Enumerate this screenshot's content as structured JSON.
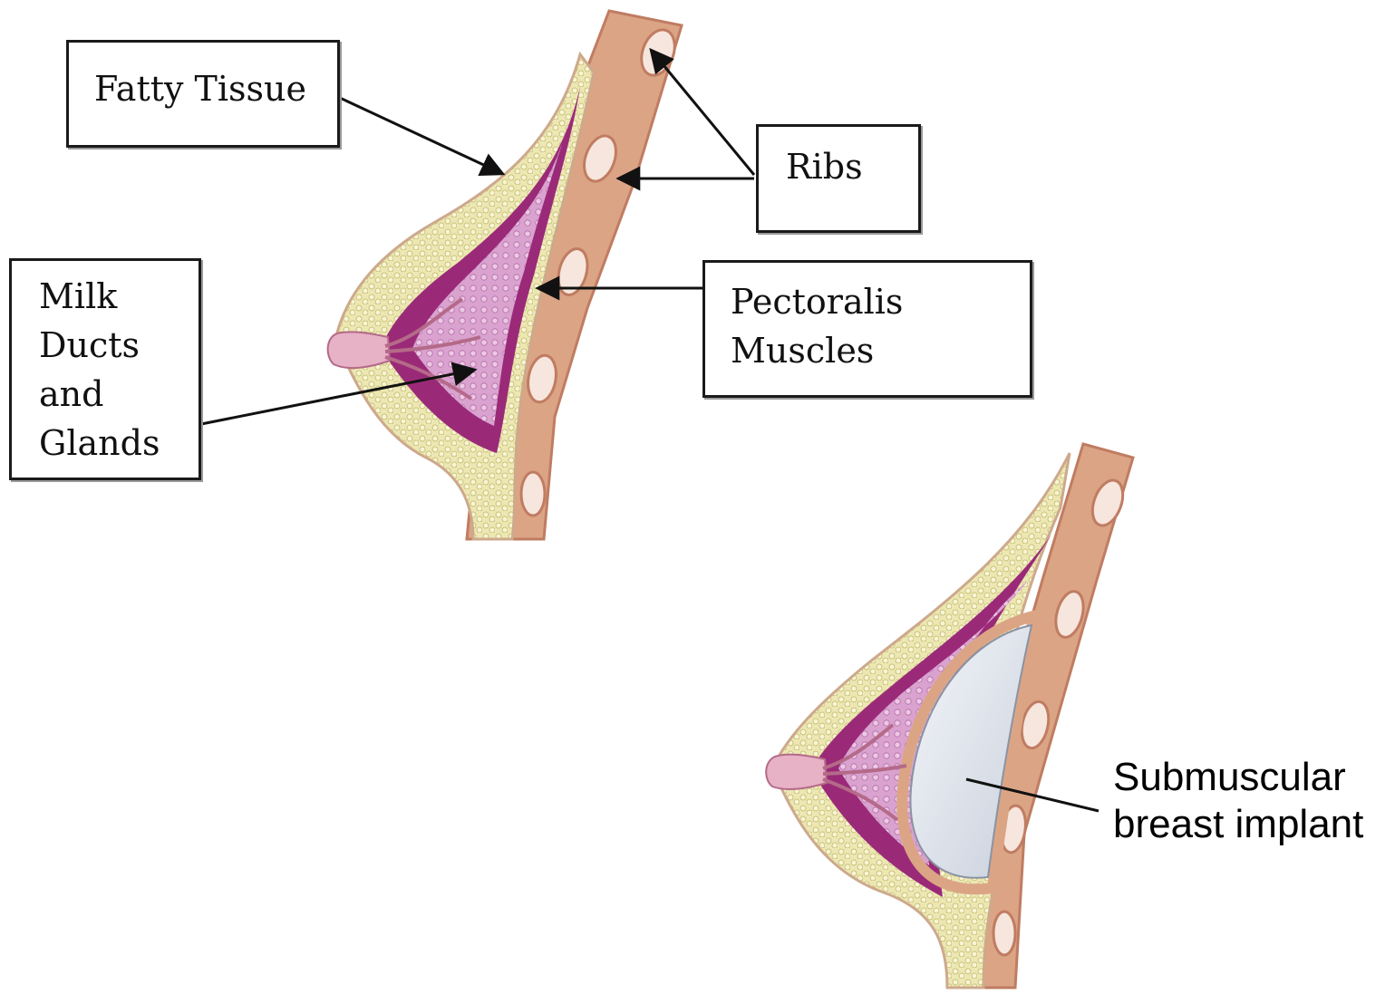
{
  "labels": {
    "fatty_tissue": "Fatty Tissue",
    "ribs": "Ribs",
    "pectoralis": [
      "Pectoralis",
      "Muscles"
    ],
    "milk_ducts": [
      "Milk",
      "Ducts",
      "and",
      "Glands"
    ],
    "implant": [
      "Submuscular",
      "breast implant"
    ]
  },
  "colors": {
    "fat": "#ede7b3",
    "fat_dots": "#c9c27a",
    "muscle": "#dba585",
    "muscle_line": "#c07c62",
    "gland_dark": "#9a2a78",
    "gland_light": "#d9a2cf",
    "implant": "#e8ecf2",
    "arrow": "#111111"
  }
}
